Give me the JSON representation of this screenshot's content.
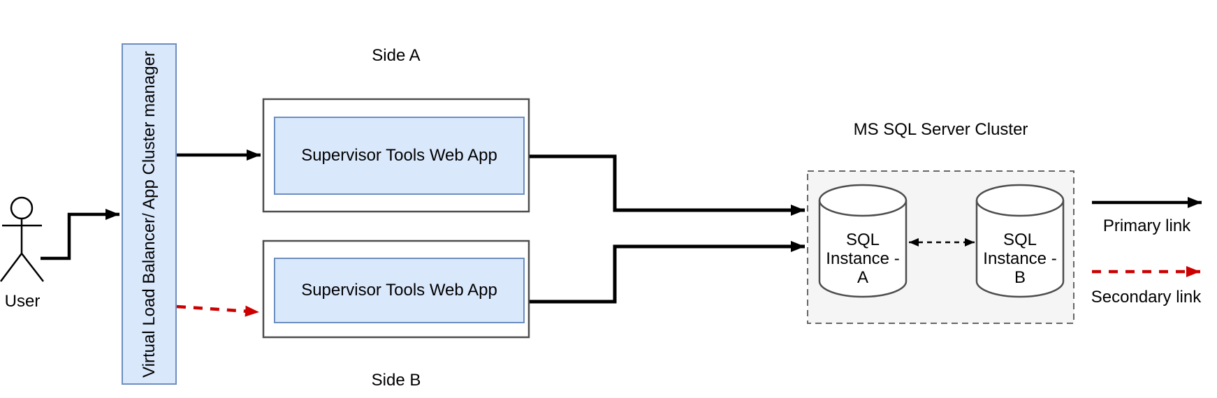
{
  "user": {
    "label": "User"
  },
  "load_balancer": {
    "label": "Virtual Load Balancer/ App Cluster manager"
  },
  "side_a": {
    "caption": "Side A",
    "app": "Supervisor Tools Web App"
  },
  "side_b": {
    "caption": "Side B",
    "app": "Supervisor Tools Web App"
  },
  "cluster": {
    "title": "MS SQL Server Cluster",
    "instance_a": {
      "lines": [
        "SQL",
        "Instance -",
        "A"
      ]
    },
    "instance_b": {
      "lines": [
        "SQL",
        "Instance -",
        "B"
      ]
    }
  },
  "legend": {
    "primary": "Primary link",
    "secondary": "Secondary link"
  },
  "colors": {
    "node_fill": "#dae8fc",
    "node_border": "#6c8ebf",
    "primary_link": "#000000",
    "secondary_link": "#cc0000",
    "cluster_fill": "#f5f5f5",
    "cluster_border": "#666666",
    "shape_border": "#4d4d4d"
  }
}
